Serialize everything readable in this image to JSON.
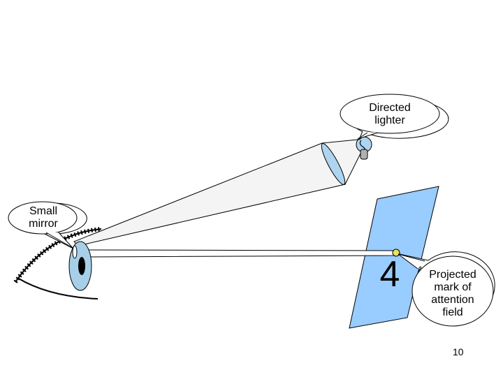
{
  "labels": {
    "directed_lighter": [
      "Directed",
      "lighter"
    ],
    "small_mirror": [
      "Small",
      "mirror"
    ],
    "projected_mark": [
      "Projected",
      "mark of",
      "attention",
      "field"
    ]
  },
  "projected_symbol": "4",
  "page_number": "10",
  "colors": {
    "screen_fill": "#99ccff",
    "light_fill": "#f4f4f4",
    "lens_fill": "#aed4f0",
    "iris_fill": "#a7d0e8",
    "dot_fill": "#e8e060",
    "stroke": "#000000"
  }
}
